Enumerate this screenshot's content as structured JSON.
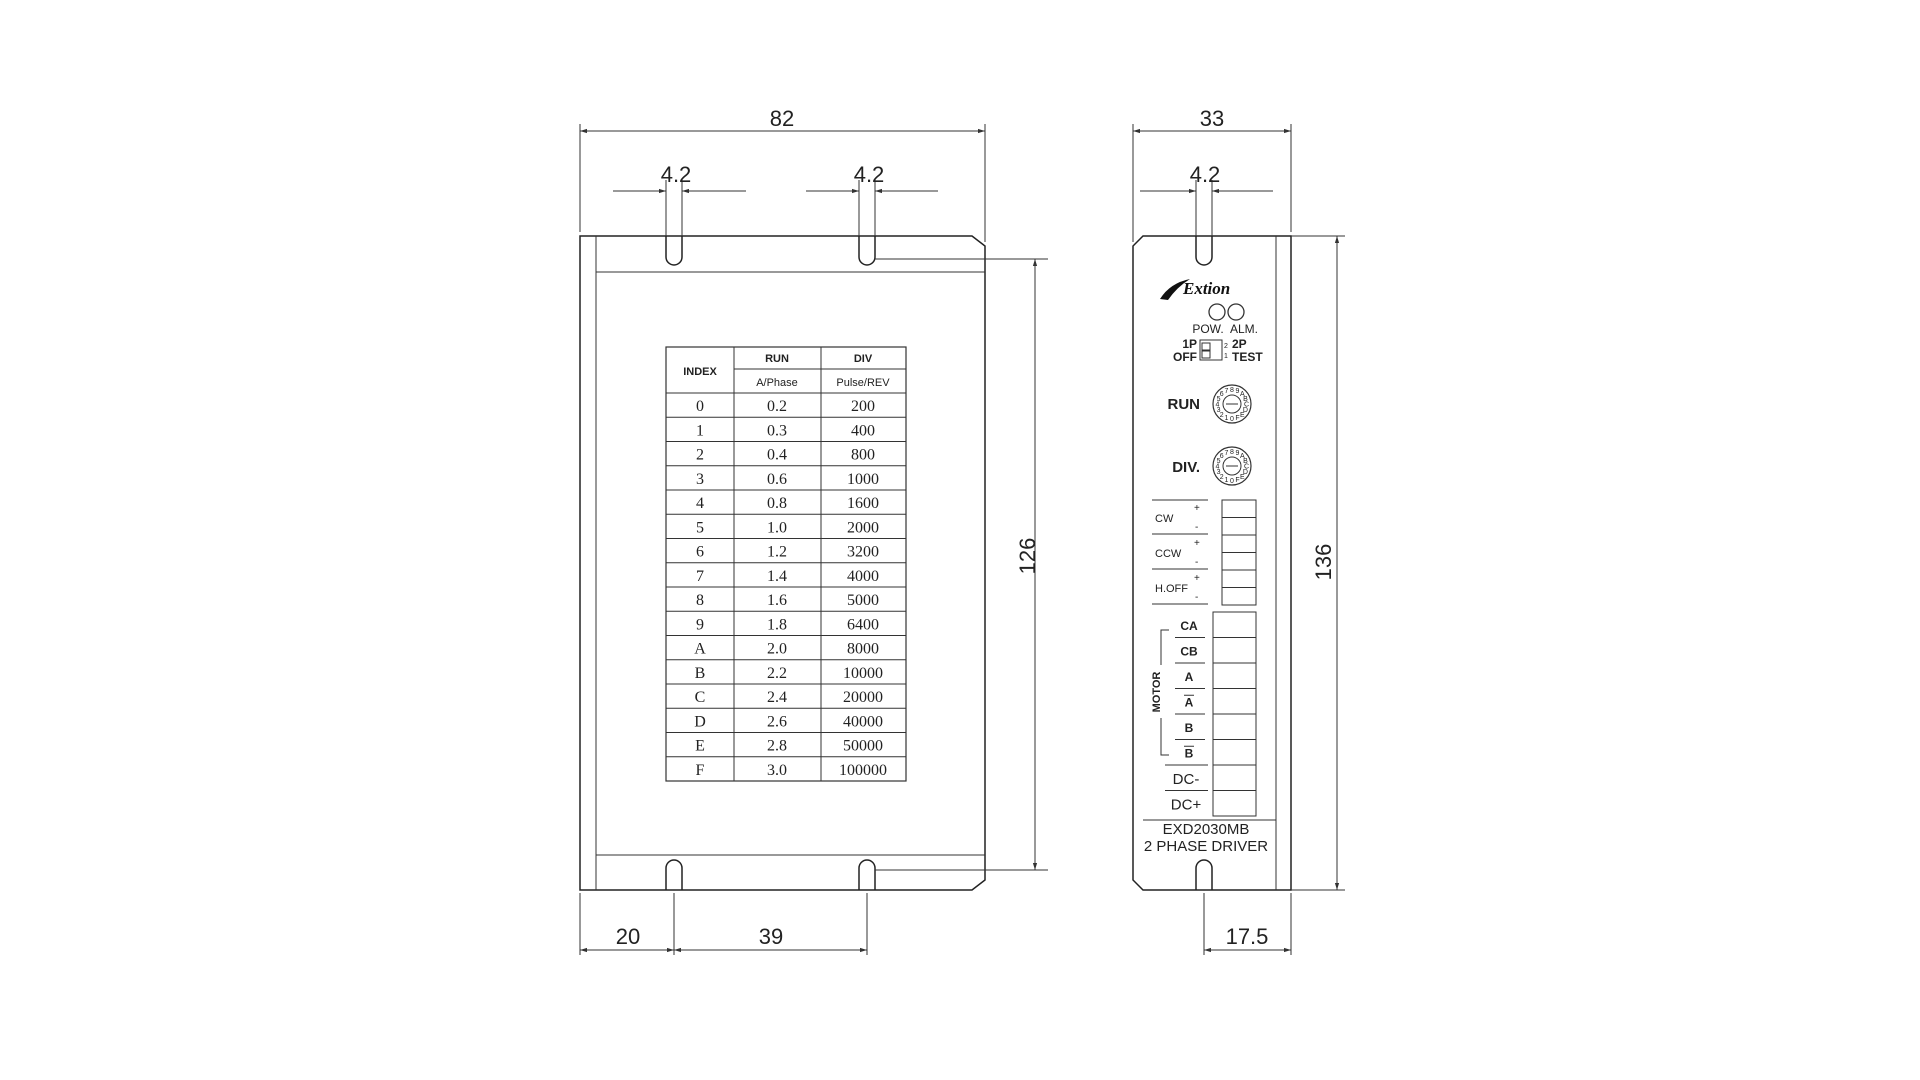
{
  "dimensions": {
    "front_width": "82",
    "front_slot_left": "4.2",
    "front_slot_right": "4.2",
    "front_height": "126",
    "front_bottom_left": "20",
    "front_bottom_span": "39",
    "side_width": "33",
    "side_slot": "4.2",
    "side_height": "136",
    "side_bottom": "17.5"
  },
  "table": {
    "header_index": "INDEX",
    "header_run": "RUN",
    "header_div": "DIV",
    "sub_run": "A/Phase",
    "sub_div": "Pulse/REV",
    "rows": [
      [
        "0",
        "0.2",
        "200"
      ],
      [
        "1",
        "0.3",
        "400"
      ],
      [
        "2",
        "0.4",
        "800"
      ],
      [
        "3",
        "0.6",
        "1000"
      ],
      [
        "4",
        "0.8",
        "1600"
      ],
      [
        "5",
        "1.0",
        "2000"
      ],
      [
        "6",
        "1.2",
        "3200"
      ],
      [
        "7",
        "1.4",
        "4000"
      ],
      [
        "8",
        "1.6",
        "5000"
      ],
      [
        "9",
        "1.8",
        "6400"
      ],
      [
        "A",
        "2.0",
        "8000"
      ],
      [
        "B",
        "2.2",
        "10000"
      ],
      [
        "C",
        "2.4",
        "20000"
      ],
      [
        "D",
        "2.6",
        "40000"
      ],
      [
        "E",
        "2.8",
        "50000"
      ],
      [
        "F",
        "3.0",
        "100000"
      ]
    ]
  },
  "panel": {
    "logo": "Extion",
    "led_pow": "POW.",
    "led_alm": "ALM.",
    "sw_1p": "1P",
    "sw_off": "OFF",
    "sw_2p": "2P",
    "sw_test": "TEST",
    "sw_pos1": "1",
    "sw_pos2": "2",
    "run_label": "RUN",
    "div_label": "DIV.",
    "dial_digits": "0123456789ABCDEF",
    "signals": [
      "CW",
      "CCW",
      "H.OFF"
    ],
    "plus": "+",
    "minus": "-",
    "motor_label": "MOTOR",
    "motor_pins": [
      "CA",
      "CB",
      "A",
      "A",
      "B",
      "B"
    ],
    "dc_minus": "DC-",
    "dc_plus": "DC+",
    "model": "EXD2030MB",
    "description": "2 PHASE DRIVER"
  }
}
